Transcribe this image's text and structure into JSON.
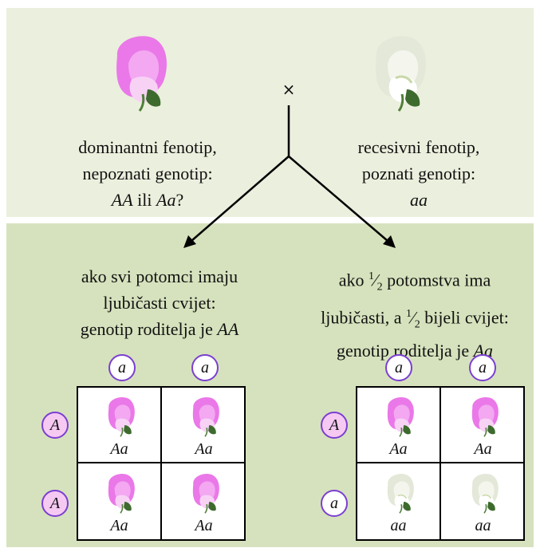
{
  "top": {
    "cross_symbol": "×",
    "left": {
      "line1": "dominantni fenotip,",
      "line2": "nepoznati genotip:",
      "line3_a": "AA",
      "line3_b": " ili ",
      "line3_c": "Aa",
      "line3_d": "?"
    },
    "right": {
      "line1": "recesivni fenotip,",
      "line2": "poznati genotip:",
      "line3": "aa"
    }
  },
  "left_result": {
    "line1": "ako svi potomci imaju",
    "line2": "ljubičasti cvijet:",
    "line3_a": "genotip roditelja je ",
    "line3_b": "AA",
    "gametes_top": [
      "a",
      "a"
    ],
    "gametes_side": [
      "A",
      "A"
    ],
    "cells": [
      "Aa",
      "Aa",
      "Aa",
      "Aa"
    ]
  },
  "right_result": {
    "line1_a": "ako ",
    "line1_frac_num": "1",
    "line1_frac_sep": "⁄",
    "line1_frac_den": "2",
    "line1_b": " potomstva ima",
    "line2_a": "ljubičasti, a ",
    "line2_frac_num": "1",
    "line2_frac_sep": "⁄",
    "line2_frac_den": "2",
    "line2_b": " bijeli cvijet:",
    "line3_a": "genotip roditelja je ",
    "line3_b": "Aa",
    "gametes_top": [
      "a",
      "a"
    ],
    "gametes_side": [
      "A",
      "a"
    ],
    "cells": [
      "Aa",
      "Aa",
      "aa",
      "aa"
    ]
  },
  "colors": {
    "top_panel": "#ebefdd",
    "bottom_panel": "#d6e2bd",
    "circle_border": "#7b3fd0",
    "circle_pink": "#f6c9f3",
    "flower_pink": "#ea78e8",
    "flower_white": "#eef2e6"
  },
  "icons": {
    "pink_flower": "pink-sweet-pea-flower-icon",
    "white_flower": "white-sweet-pea-flower-icon"
  }
}
